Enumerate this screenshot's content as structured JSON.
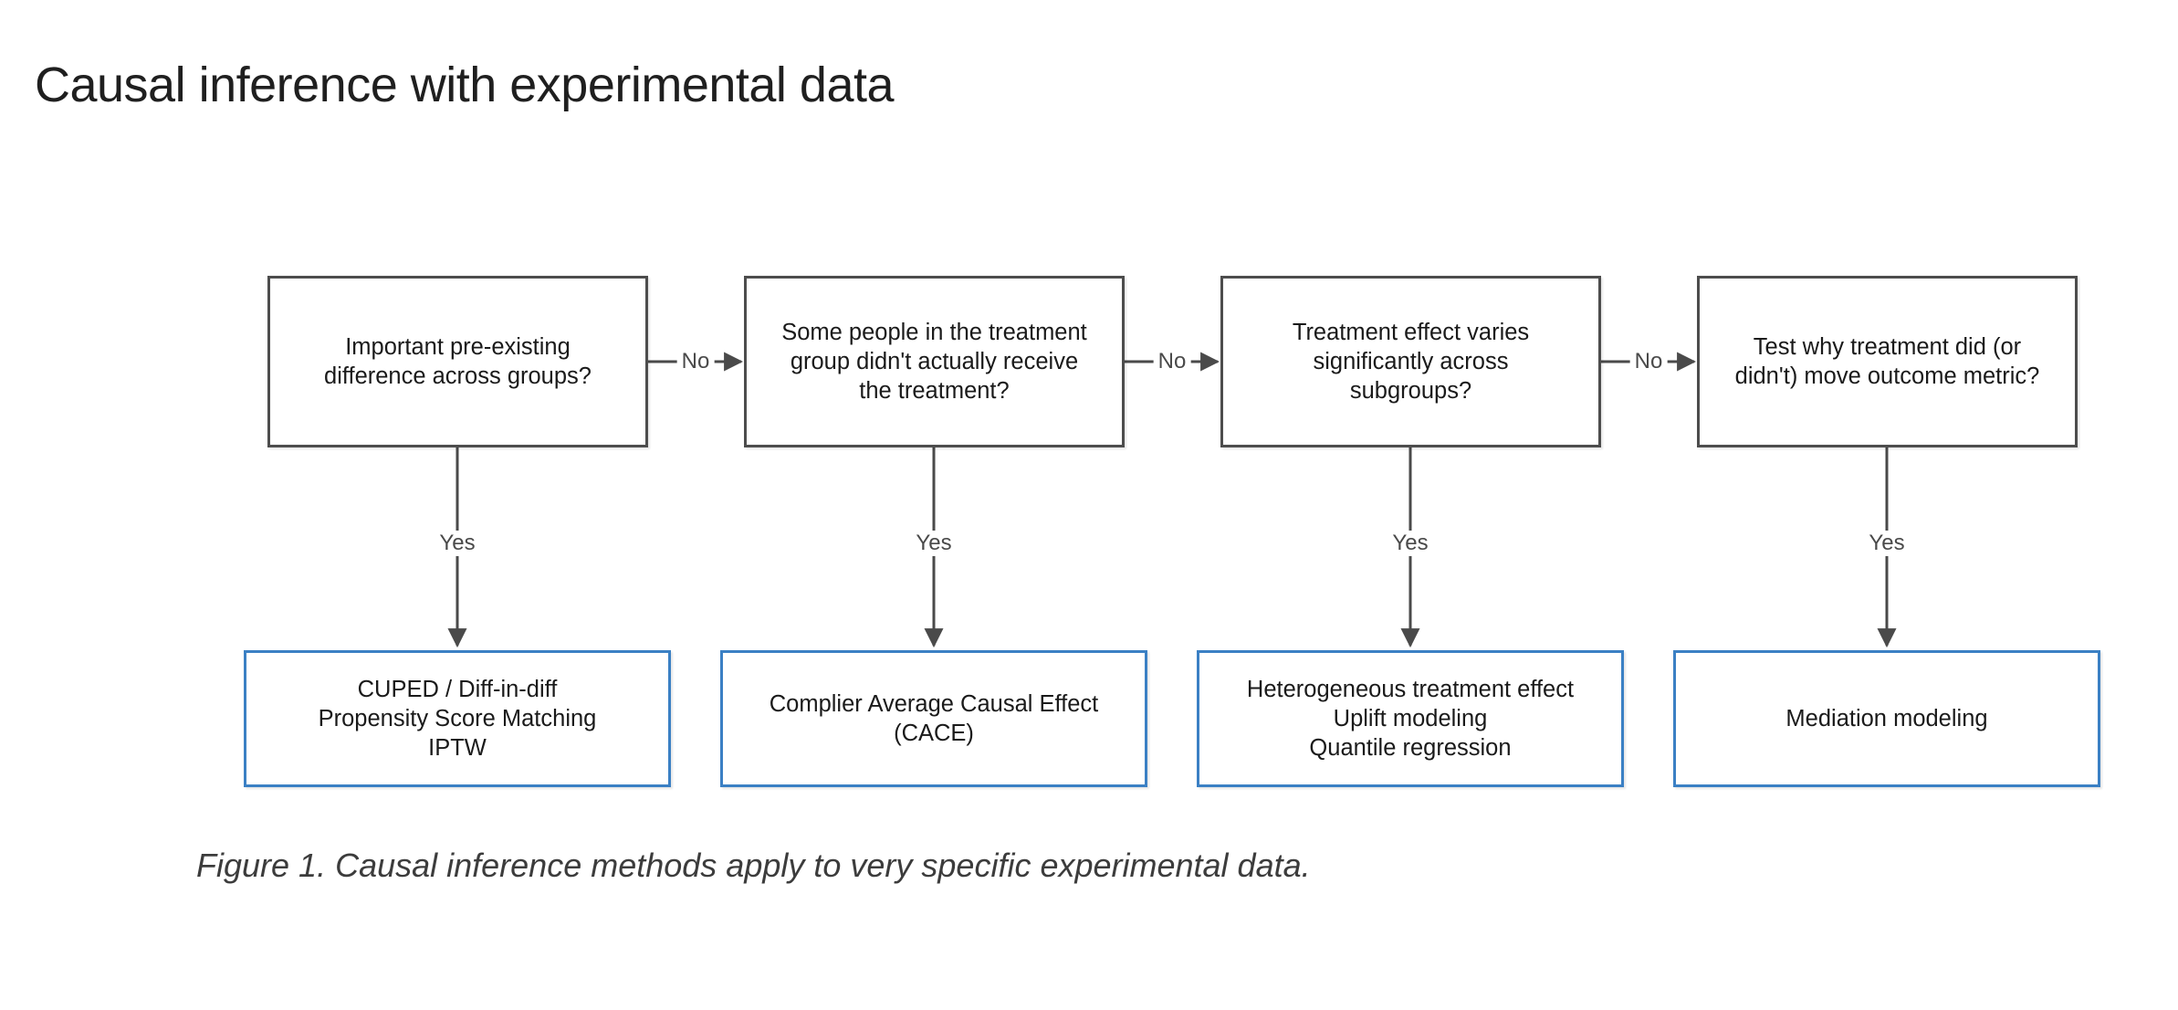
{
  "page": {
    "title": "Causal inference with experimental data",
    "background_color": "#ffffff"
  },
  "figure": {
    "caption": "Figure 1. Causal inference methods apply to very specific experimental data.",
    "colors": {
      "decision_border": "#4d4d4d",
      "method_border": "#3b80c4",
      "connector": "#4a4a4a",
      "text": "#1a1a1a",
      "label_text": "#4a4a4a"
    },
    "chart_data": {
      "type": "flowchart",
      "title": "Causal inference with experimental data",
      "orientation": "left-to-right decision chain with downward outcome branches",
      "decision_nodes": [
        {
          "id": "d0",
          "label": "Important pre-existing\ndifference across groups?"
        },
        {
          "id": "d1",
          "label": "Some people in the treatment\ngroup didn't actually receive\nthe treatment?"
        },
        {
          "id": "d2",
          "label": "Treatment effect varies\nsignificantly across\nsubgroups?"
        },
        {
          "id": "d3",
          "label": "Test why treatment did (or\ndidn't) move outcome metric?"
        }
      ],
      "method_nodes": [
        {
          "id": "m0",
          "label": "CUPED / Diff-in-diff\nPropensity Score Matching\nIPTW"
        },
        {
          "id": "m1",
          "label": "Complier Average Causal Effect\n(CACE)"
        },
        {
          "id": "m2",
          "label": "Heterogeneous treatment effect\nUplift modeling\nQuantile regression"
        },
        {
          "id": "m3",
          "label": "Mediation modeling"
        }
      ],
      "edges": [
        {
          "from": "d0",
          "to": "d1",
          "label": "No",
          "direction": "right"
        },
        {
          "from": "d1",
          "to": "d2",
          "label": "No",
          "direction": "right"
        },
        {
          "from": "d2",
          "to": "d3",
          "label": "No",
          "direction": "right"
        },
        {
          "from": "d0",
          "to": "m0",
          "label": "Yes",
          "direction": "down"
        },
        {
          "from": "d1",
          "to": "m1",
          "label": "Yes",
          "direction": "down"
        },
        {
          "from": "d2",
          "to": "m2",
          "label": "Yes",
          "direction": "down"
        },
        {
          "from": "d3",
          "to": "m3",
          "label": "Yes",
          "direction": "down"
        }
      ],
      "edge_labels_no": [
        "No",
        "No",
        "No"
      ],
      "edge_labels_yes": [
        "Yes",
        "Yes",
        "Yes",
        "Yes"
      ]
    }
  }
}
